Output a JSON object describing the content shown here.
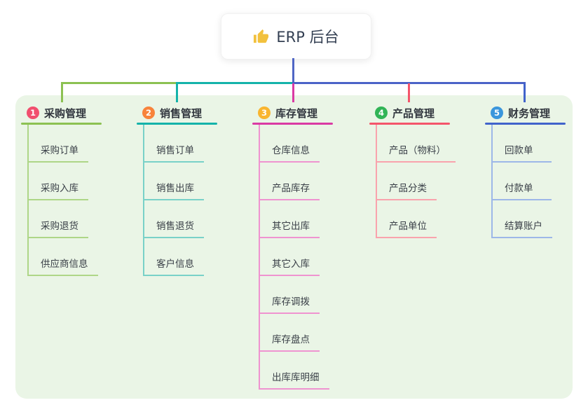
{
  "root": {
    "label": "ERP 后台",
    "icon_name": "thumbs-up-icon",
    "icon_color": "#f2c13e"
  },
  "panel_bg": "#eaf5e6",
  "connector": {
    "stem_color": "#5066c5",
    "bus_color": "#4b63c7"
  },
  "branches": [
    {
      "badge": "1",
      "label": "采购管理",
      "badge_color": "#f14f6e",
      "line_color": "#8cc152",
      "child_line_color": "#aed687",
      "children": [
        "采购订单",
        "采购入库",
        "采购退货",
        "供应商信息"
      ]
    },
    {
      "badge": "2",
      "label": "销售管理",
      "badge_color": "#f8833b",
      "line_color": "#14b3aa",
      "child_line_color": "#79d1c8",
      "children": [
        "销售订单",
        "销售出库",
        "销售退货",
        "客户信息"
      ]
    },
    {
      "badge": "3",
      "label": "库存管理",
      "badge_color": "#f9b52f",
      "line_color": "#da3aa4",
      "child_line_color": "#ef93d0",
      "children": [
        "仓库信息",
        "产品库存",
        "其它出库",
        "其它入库",
        "库存调拨",
        "库存盘点",
        "出库库明细"
      ]
    },
    {
      "badge": "4",
      "label": "产品管理",
      "badge_color": "#31b456",
      "line_color": "#f4556b",
      "child_line_color": "#f9a3ad",
      "children": [
        "产品（物料）",
        "产品分类",
        "产品单位"
      ]
    },
    {
      "badge": "5",
      "label": "财务管理",
      "badge_color": "#3a96dc",
      "line_color": "#4163cb",
      "child_line_color": "#9db7e8",
      "children": [
        "回款单",
        "付款单",
        "结算账户"
      ]
    }
  ]
}
